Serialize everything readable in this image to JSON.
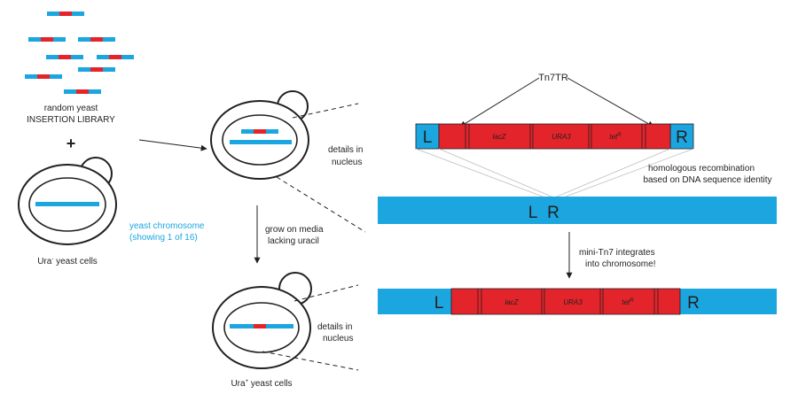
{
  "colors": {
    "blue": "#1ba6e0",
    "red": "#e3242b",
    "ink": "#231f20"
  },
  "library": {
    "line1": "random yeast",
    "line2": "INSERTION LIBRARY",
    "plus": "+"
  },
  "chromosome_label": {
    "line1": "yeast chromosome",
    "line2": "(showing 1 of 16)"
  },
  "ura_minus": {
    "base": "Ura",
    "sup": "-",
    "rest": " yeast cells"
  },
  "ura_plus": {
    "base": "Ura",
    "sup": "+",
    "rest": " yeast cells"
  },
  "details_top": {
    "line1": "details in",
    "line2": "nucleus"
  },
  "details_bottom": {
    "line1": "details in",
    "line2": "nucleus"
  },
  "grow": {
    "line1": "grow on media",
    "line2": "lacking uracil"
  },
  "tn7tr": "Tn7TR",
  "homologous": {
    "line1": "homologous recombination",
    "line2": "based on DNA sequence identity"
  },
  "integrates": {
    "line1": "mini-Tn7 integrates",
    "line2": "into chromosome!"
  },
  "construct": {
    "left": "L",
    "right": "R",
    "lacz": "lacZ",
    "ura3": "URA3",
    "tet_base": "tet",
    "tet_sup": "R"
  },
  "middle_bar": {
    "left": "L",
    "right": "R"
  }
}
